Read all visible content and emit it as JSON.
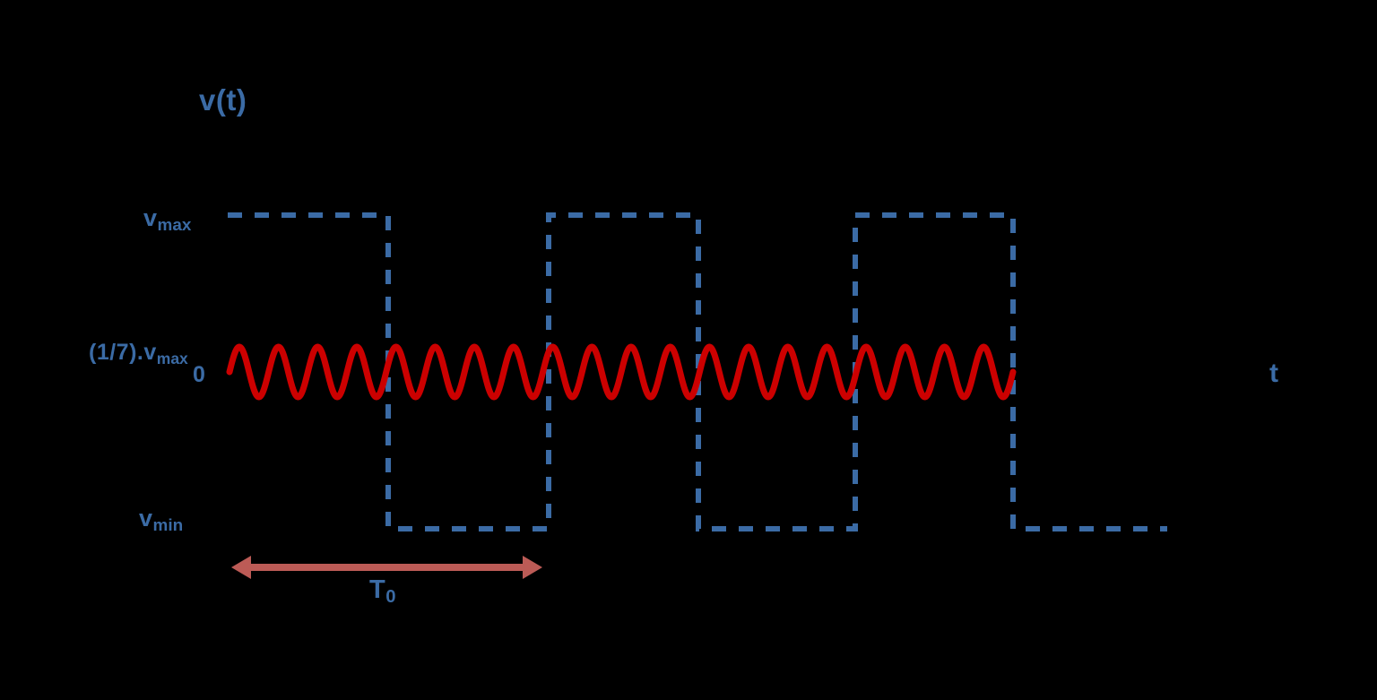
{
  "figure": {
    "background_color": "#000000",
    "axis_label_color": "#3B6BA5",
    "carrier_color": "#CC0000",
    "envelope_color": "#3B6BA5",
    "period_arrow_color": "#BC5B56"
  },
  "labels": {
    "signal": "v(t)",
    "v_max": "v",
    "v_max_sub": "max",
    "modulation_level": "(1/7).v",
    "modulation_level_sub": "max",
    "zero": "0",
    "v_min": "v",
    "v_min_sub": "min",
    "time_axis": "t",
    "period": "T",
    "period_sub": "0"
  },
  "chart_data": {
    "type": "line",
    "title": "",
    "xlabel": "t",
    "ylabel": "v(t)",
    "grid": false,
    "legend": null,
    "y_levels": {
      "v_max": 240,
      "modulation_level": 415,
      "v_min": 590
    },
    "series": [
      {
        "name": "modulating square envelope",
        "style": "dashed",
        "color": "#3B6BA5",
        "points": [
          [
            254,
            240
          ],
          [
            433,
            240
          ],
          [
            433,
            590
          ],
          [
            612,
            590
          ],
          [
            612,
            240
          ],
          [
            779,
            240
          ],
          [
            779,
            590
          ],
          [
            954,
            590
          ],
          [
            954,
            240
          ],
          [
            1130,
            240
          ],
          [
            1130,
            590
          ],
          [
            1302,
            590
          ]
        ]
      },
      {
        "name": "modulated carrier",
        "style": "solid",
        "color": "#CC0000",
        "waveform": "sine",
        "x_start": 256,
        "x_end": 1130,
        "center_y": 415,
        "amplitude": 28,
        "cycles": 20
      }
    ],
    "annotations": [
      {
        "name": "period-arrow",
        "text": "T0",
        "type": "double-arrow",
        "x_start": 258,
        "x_end": 605,
        "y": 633,
        "color": "#BC5B56"
      },
      {
        "name": "v-axis-tick-vmax",
        "text": "vmax",
        "y": 240
      },
      {
        "name": "v-axis-tick-mod",
        "text": "(1/7).vmax",
        "y": 415
      },
      {
        "name": "v-axis-tick-vmin",
        "text": "vmin",
        "y": 590
      }
    ]
  }
}
